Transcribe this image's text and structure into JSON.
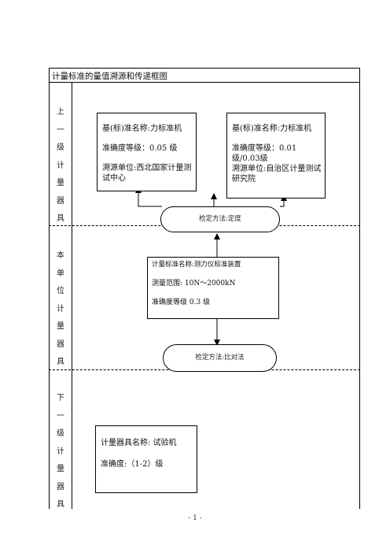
{
  "document": {
    "title": "计量标准的量值溯源和传递框图",
    "page_number": "- 1 -"
  },
  "levels": {
    "upper": [
      "上",
      "一",
      "级",
      "计",
      "量",
      "器",
      "具"
    ],
    "current": [
      "本",
      "单",
      "位",
      "计",
      "量",
      "器",
      "具"
    ],
    "lower": [
      "下",
      "一",
      "级",
      "计",
      "量",
      "器",
      "具"
    ]
  },
  "upper_left_box": {
    "name": "基(标)准名称:力标准机",
    "accuracy": "准确度等级：0.05 级",
    "source": "溯源单位:西北国家计量测试中心"
  },
  "upper_right_box": {
    "name": "基(标)准名称:力标准机",
    "accuracy": "准确度等级：0.01 级/0.03级",
    "source": "溯源单位:自治区计量测试研究院"
  },
  "method_top": "检定方法:定度",
  "standard_box": {
    "name": "计量标准名称:测力仪标准装置",
    "range": "测量范围: 10N～2000kN",
    "accuracy": "准确度等级 0.3 级"
  },
  "method_bottom": "检定方法:比对法",
  "lower_box": {
    "name": "计量器具名称: 试验机",
    "accuracy": "准确度:（1-2）级"
  }
}
